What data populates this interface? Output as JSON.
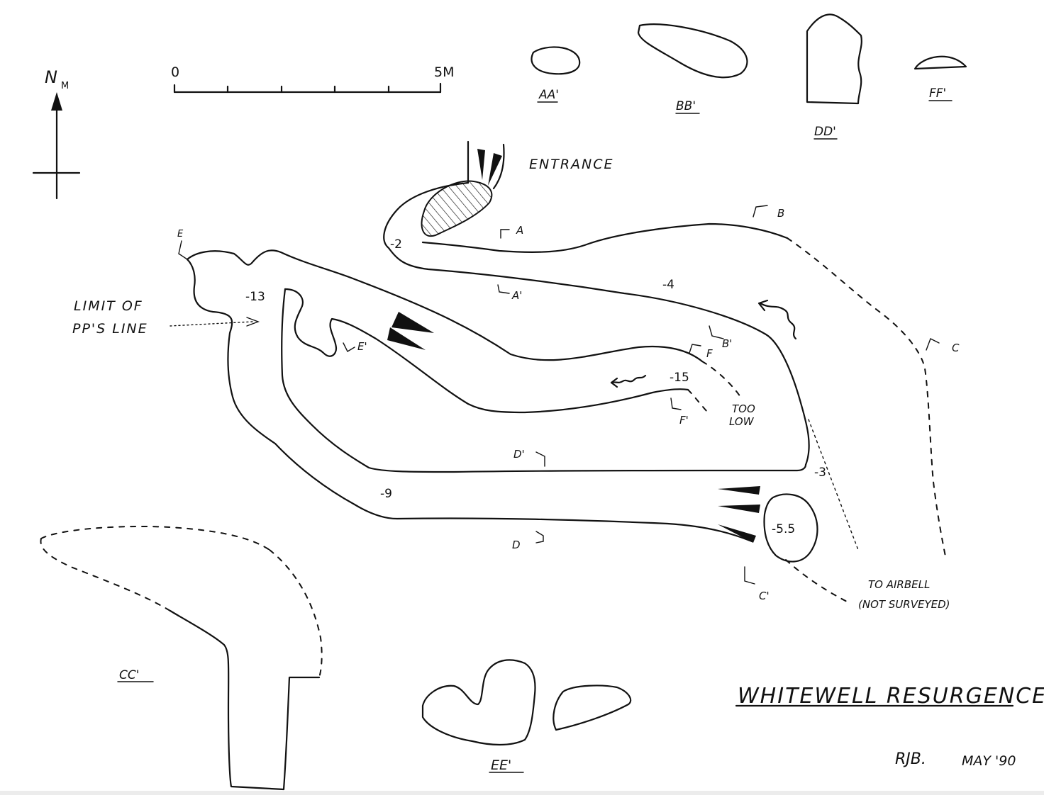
{
  "map": {
    "title": "WHITEWELL RESURGENCE",
    "signature": "RJB.",
    "date": "MAY '90",
    "north_label": "N",
    "north_sub": "M",
    "scale": {
      "start": "0",
      "end": "5M"
    },
    "entrance_label": "ENTRANCE",
    "limit_note": [
      "LIMIT OF",
      "PP'S LINE"
    ],
    "too_low": [
      "TOO",
      "LOW"
    ],
    "airbell_note": [
      "TO AIRBELL",
      "(NOT SURVEYED)"
    ],
    "depths": {
      "d_minus_2": "-2",
      "d_minus_4": "-4",
      "d_minus_13": "-13",
      "d_minus_15": "-15",
      "d_minus_3": "-3",
      "d_minus_9": "-9",
      "d_minus_5_5": "-5.5"
    },
    "section_markers": {
      "a": "A",
      "a_prime": "A'",
      "b": "B",
      "b_prime": "B'",
      "c": "C",
      "c_prime": "C'",
      "d": "D",
      "d_prime": "D'",
      "e": "E",
      "e_prime": "E'",
      "f": "F",
      "f_prime": "F'"
    },
    "cross_sections": {
      "aa": "AA'",
      "bb": "BB'",
      "dd": "DD'",
      "ff": "FF'",
      "cc": "CC'",
      "ee": "EE'"
    }
  }
}
